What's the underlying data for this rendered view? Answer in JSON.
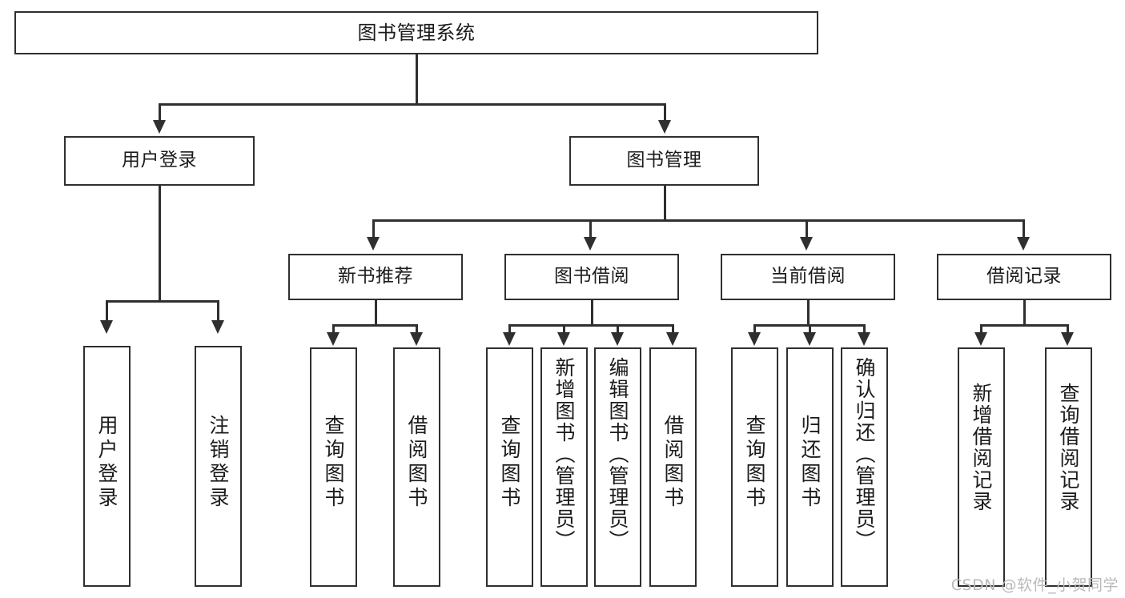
{
  "diagram": {
    "title": "图书管理系统",
    "watermark": "CSDN @软件_小贺同学",
    "root": {
      "label": "图书管理系统"
    },
    "level2": [
      {
        "label": "用户登录"
      },
      {
        "label": "图书管理"
      }
    ],
    "level3": [
      {
        "label": "新书推荐"
      },
      {
        "label": "图书借阅"
      },
      {
        "label": "当前借阅"
      },
      {
        "label": "借阅记录"
      }
    ],
    "leaves": {
      "user_login": [
        {
          "label": "用户登录"
        },
        {
          "label": "注销登录"
        }
      ],
      "new_book_recommend": [
        {
          "label": "查询图书"
        },
        {
          "label": "借阅图书"
        }
      ],
      "book_borrow": [
        {
          "label": "查询图书"
        },
        {
          "label": "新增图书（管理员）"
        },
        {
          "label": "编辑图书（管理员）"
        },
        {
          "label": "借阅图书"
        }
      ],
      "current_borrow": [
        {
          "label": "查询图书"
        },
        {
          "label": "归还图书"
        },
        {
          "label": "确认归还（管理员）"
        }
      ],
      "borrow_records": [
        {
          "label": "新增借阅记录"
        },
        {
          "label": "查询借阅记录"
        }
      ]
    }
  },
  "colors": {
    "stroke": "#2f2f2f",
    "background": "#ffffff",
    "text": "#1b1b1b",
    "watermark": "#b9b9b9"
  }
}
